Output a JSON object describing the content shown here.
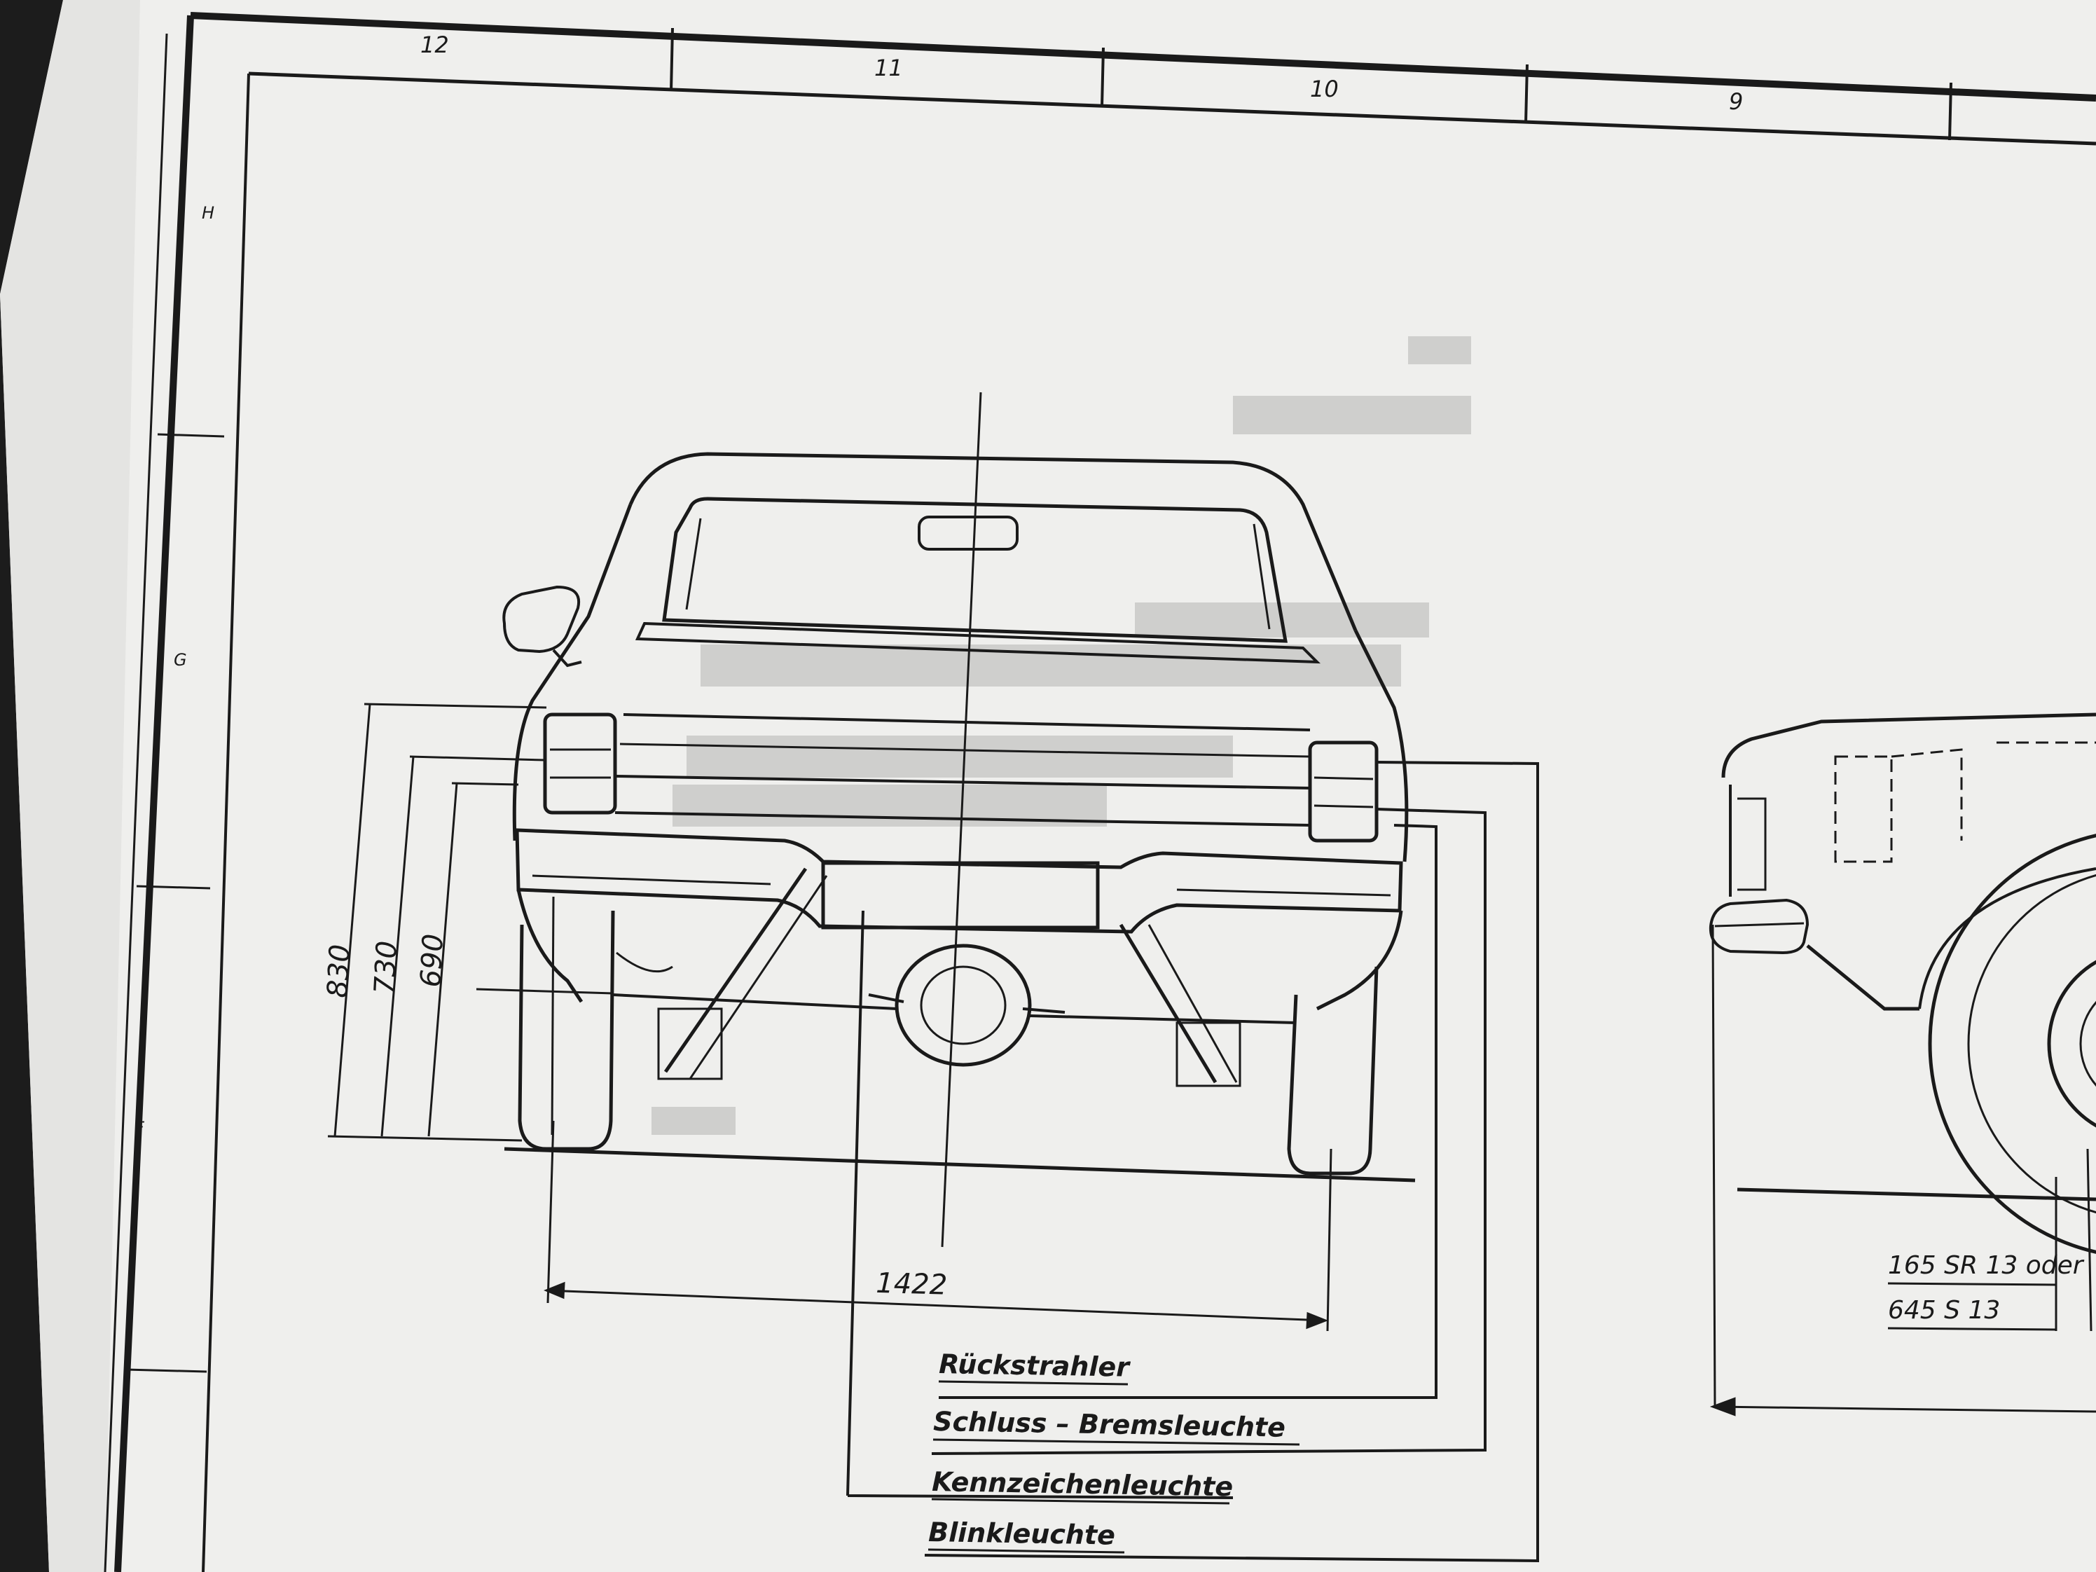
{
  "sheet": {
    "column_numbers": [
      "12",
      "11",
      "10",
      "9"
    ],
    "row_marks": [
      "H",
      "G",
      "F"
    ]
  },
  "rear_view": {
    "dimensions": {
      "height_830": "830",
      "height_730": "730",
      "height_690": "690",
      "track_width": "1422"
    },
    "callouts": [
      "Rückstrahler",
      "Schluss – Bremsleuchte",
      "Kennzeichenleuchte",
      "Blinkleuchte"
    ]
  },
  "side_view": {
    "tyre_spec_1": "165 SR 13 oder",
    "tyre_spec_2": "645 S 13"
  },
  "colors": {
    "paper": "#efefed",
    "ink": "#1a1a1a",
    "background": "#1c1c1c"
  }
}
